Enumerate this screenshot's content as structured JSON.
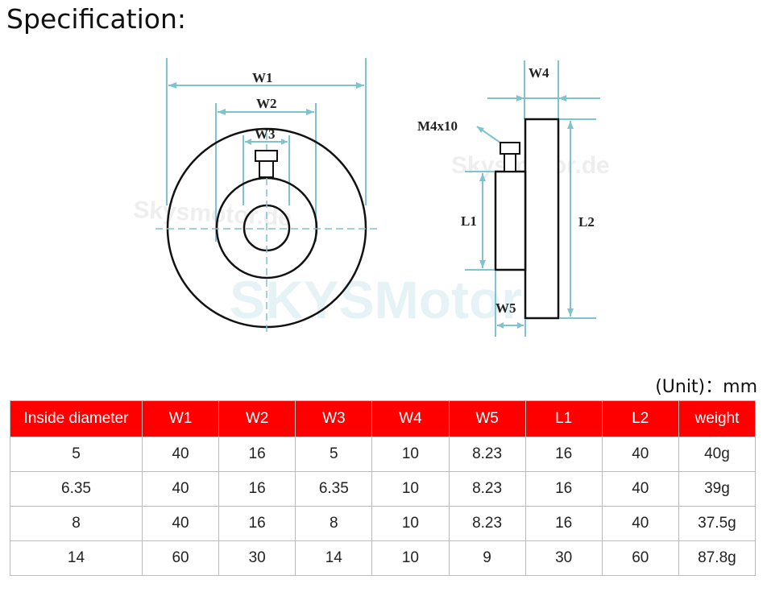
{
  "title": "Specification:",
  "diagram": {
    "labels": {
      "w1": "W1",
      "w2": "W2",
      "w3": "W3",
      "w4": "W4",
      "w5": "W5",
      "l1": "L1",
      "l2": "L2",
      "screw": "M4x10"
    },
    "watermarks": {
      "brand": "SKYSMotor",
      "site": "Skysmotor.de"
    },
    "colors": {
      "dimension": "#7fc3cf",
      "outline": "#111111",
      "header_bg": "#ff0000"
    }
  },
  "unit": "(Unit)：mm",
  "table": {
    "headers": [
      "Inside diameter",
      "W1",
      "W2",
      "W3",
      "W4",
      "W5",
      "L1",
      "L2",
      "weight"
    ],
    "rows": [
      [
        "5",
        "40",
        "16",
        "5",
        "10",
        "8.23",
        "16",
        "40",
        "40g"
      ],
      [
        "6.35",
        "40",
        "16",
        "6.35",
        "10",
        "8.23",
        "16",
        "40",
        "39g"
      ],
      [
        "8",
        "40",
        "16",
        "8",
        "10",
        "8.23",
        "16",
        "40",
        "37.5g"
      ],
      [
        "14",
        "60",
        "30",
        "14",
        "10",
        "9",
        "30",
        "60",
        "87.8g"
      ]
    ]
  }
}
